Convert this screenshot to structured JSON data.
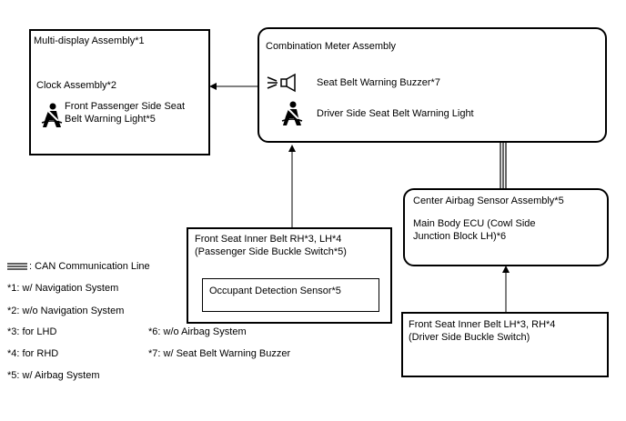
{
  "boxes": {
    "multi_display": {
      "title": "Multi-display Assembly*1",
      "clock": "Clock Assembly*2",
      "front_passenger_light": "Front Passenger Side Seat\nBelt Warning Light*5"
    },
    "combination_meter": {
      "title": "Combination Meter Assembly",
      "buzzer": "Seat Belt Warning Buzzer*7",
      "driver_light": "Driver Side Seat Belt Warning Light"
    },
    "center_airbag": {
      "title": "Center Airbag Sensor Assembly*5",
      "main_body_ecu": "Main Body ECU (Cowl Side\nJunction Block LH)*6"
    },
    "front_seat_inner_belt_rh": {
      "title": "Front Seat Inner Belt RH*3, LH*4\n(Passenger Side Buckle Switch*5)",
      "occupant_sensor": "Occupant Detection Sensor*5"
    },
    "front_seat_inner_belt_lh": {
      "title": "Front Seat Inner Belt LH*3, RH*4\n(Driver Side Buckle Switch)"
    }
  },
  "legend": {
    "can_line": ": CAN Communication Line",
    "notes": [
      "*1: w/ Navigation System",
      "*2: w/o Navigation System",
      "*3: for LHD",
      "*4: for RHD",
      "*5: w/ Airbag System",
      "*6: w/o Airbag System",
      "*7: w/ Seat Belt Warning Buzzer"
    ]
  },
  "icons": {
    "seatbelt": "seatbelt-warning-icon",
    "buzzer": "buzzer-icon"
  }
}
